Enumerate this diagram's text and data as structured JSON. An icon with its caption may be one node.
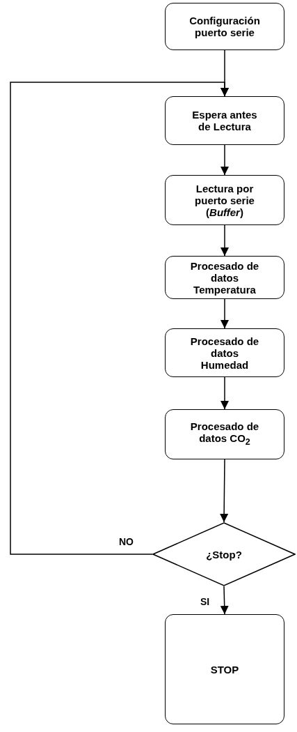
{
  "diagram": {
    "nodes": [
      {
        "text": [
          "Configuración puerto serie"
        ]
      },
      {
        "text": [
          "Espera antes de Lectura"
        ]
      },
      {
        "text": [
          "Lectura por puerto serie (*Buffer*)"
        ]
      },
      {
        "text": [
          "Procesado de datos Temperatura"
        ]
      },
      {
        "text": [
          "Procesado de datos Humedad"
        ]
      },
      {
        "text": [
          "Procesado de datos CO$_{2}$"
        ]
      },
      {
        "text": [
          "¿Stop?"
        ]
      },
      {
        "text": [
          "STOP"
        ]
      }
    ],
    "edges": [
      {
        "from": 0,
        "to": 1,
        "arrow": "to"
      },
      {
        "from": 1,
        "to": 2,
        "arrow": "to"
      },
      {
        "from": 2,
        "to": 3,
        "arrow": "to"
      },
      {
        "from": 3,
        "to": 4,
        "arrow": "to"
      },
      {
        "from": 4,
        "to": 5,
        "arrow": "to"
      },
      {
        "from": 5,
        "to": 6,
        "arrow": "to"
      },
      {
        "from": 6,
        "to": 1,
        "arrow": "to",
        "label": "NO"
      },
      {
        "from": 6,
        "to": 7,
        "arrow": "to",
        "label": "SI"
      }
    ]
  }
}
